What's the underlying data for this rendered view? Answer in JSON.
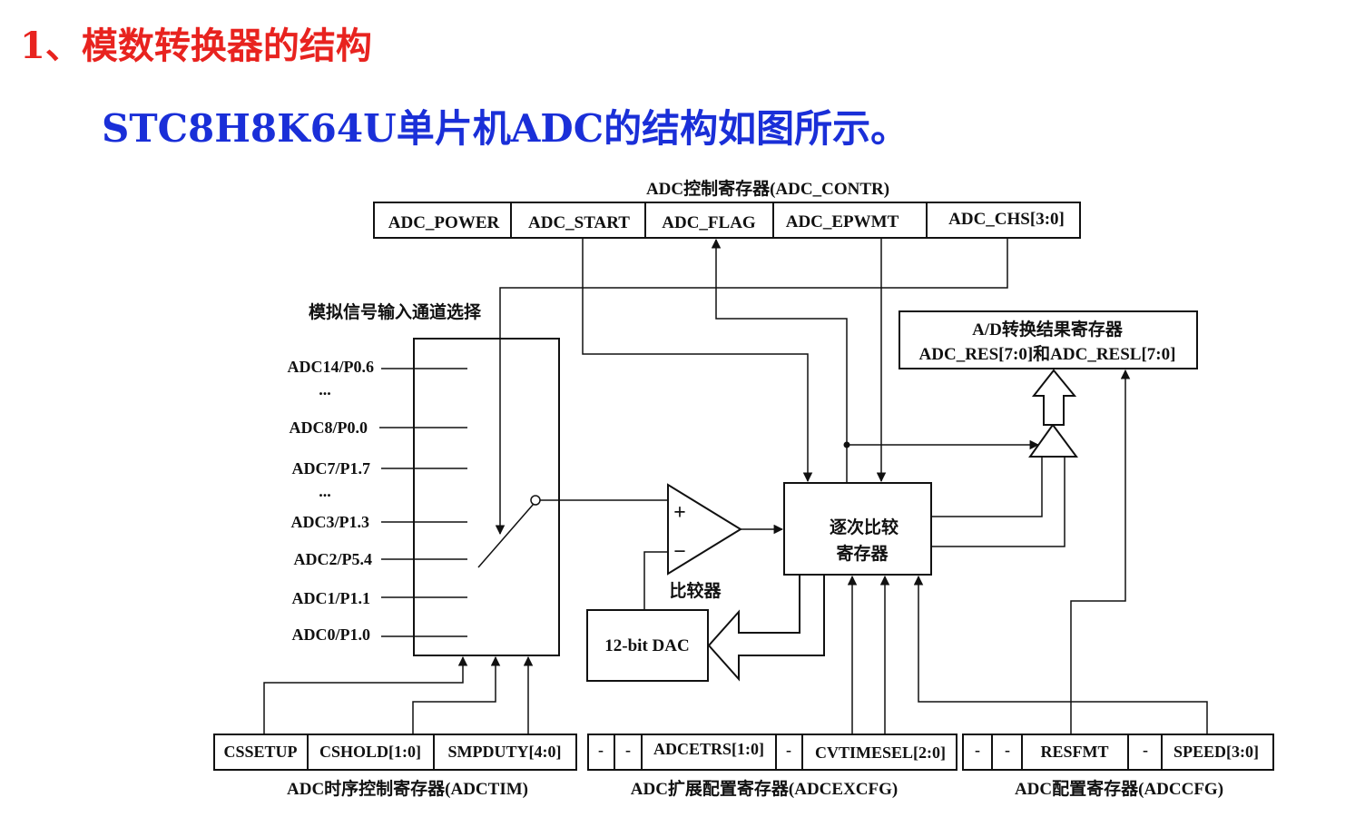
{
  "heading": "1、模数转换器的结构",
  "subheading": "STC8H8K64U单片机ADC的结构如图所示。",
  "contr": {
    "title": "ADC控制寄存器(ADC_CONTR)",
    "fields": [
      "ADC_POWER",
      "ADC_START",
      "ADC_FLAG",
      "ADC_EPWMT",
      "ADC_CHS[3:0]"
    ]
  },
  "result": {
    "line1": "A/D转换结果寄存器",
    "line2": "ADC_RES[7:0]和ADC_RESL[7:0]"
  },
  "mux": {
    "title": "模拟信号输入通道选择",
    "channels": [
      "ADC14/P0.6",
      "...",
      "ADC8/P0.0",
      "ADC7/P1.7",
      "...",
      "ADC3/P1.3",
      "ADC2/P5.4",
      "ADC1/P1.1",
      "ADC0/P1.0"
    ]
  },
  "comparator": {
    "label": "比较器",
    "plus": "+",
    "minus": "−"
  },
  "sar": {
    "line1": "逐次比较",
    "line2": "寄存器"
  },
  "dac": {
    "label": "12-bit DAC"
  },
  "adctim": {
    "fields": [
      "CSSETUP",
      "CSHOLD[1:0]",
      "SMPDUTY[4:0]"
    ],
    "title": "ADC时序控制寄存器(ADCTIM)"
  },
  "adcexcfg": {
    "fields": [
      "-",
      "-",
      "ADCETRS[1:0]",
      "-",
      "CVTIMESEL[2:0]"
    ],
    "title": "ADC扩展配置寄存器(ADCEXCFG)"
  },
  "adccfg": {
    "fields": [
      "-",
      "-",
      "RESFMT",
      "-",
      "SPEED[3:0]"
    ],
    "title": "ADC配置寄存器(ADCCFG)"
  }
}
